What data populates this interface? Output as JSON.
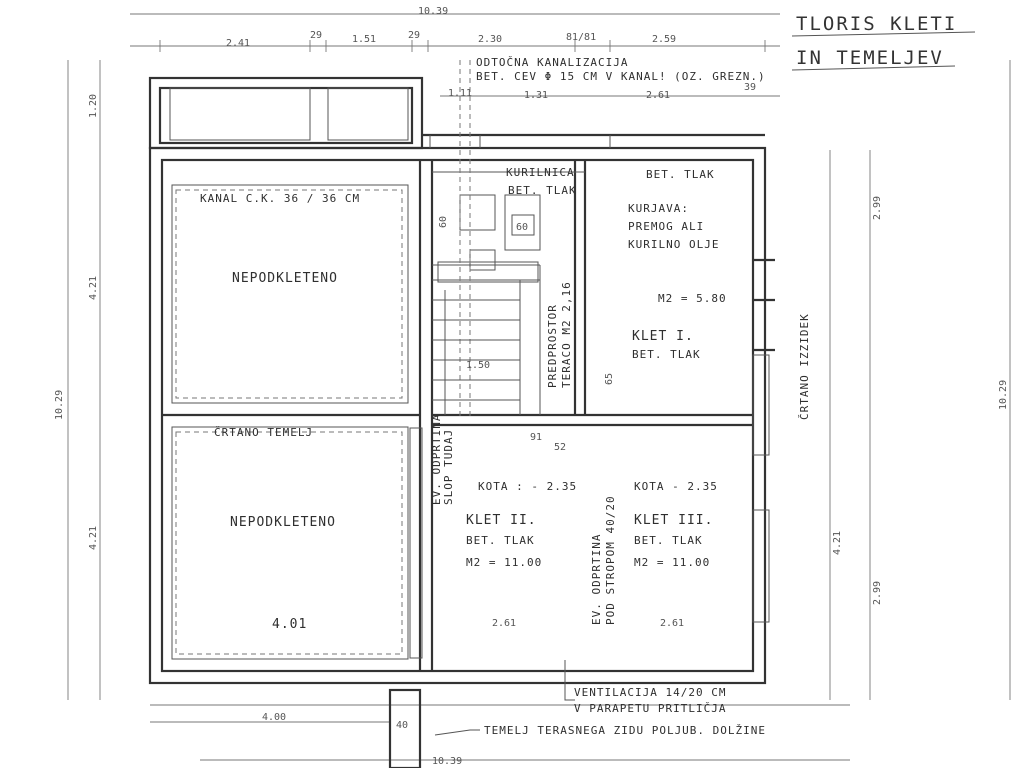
{
  "title": {
    "line1": "TLORIS KLETI",
    "line2": "IN TEMELJEV"
  },
  "rooms": {
    "nepodkleteno_top": "NEPODKLETENO",
    "nepodkleteno_bottom": "NEPODKLETENO",
    "kanal": "KANAL C.K. 36 / 36 CM",
    "crtano_temelj": "ČRTANO TEMELJ",
    "kurilnica": "KURILNICA",
    "kurilnica_tlak": "BET. TLAK",
    "klet1_tlak_top": "BET. TLAK",
    "kurjava1": "KURJAVA:",
    "kurjava2": "PREMOG ALI",
    "kurjava3": "KURILNO OLJE",
    "klet1_area": "M2 = 5.80",
    "klet1": "KLET I.",
    "klet1_tlak": "BET. TLAK",
    "klet2_kota": "KOTA : - 2.35",
    "klet2": "KLET II.",
    "klet2_tlak": "BET. TLAK",
    "klet2_area": "M2 = 11.00",
    "klet3_kota": "KOTA - 2.35",
    "klet3": "KLET III.",
    "klet3_tlak": "BET. TLAK",
    "klet3_area": "M2 = 11.00",
    "predprostor1": "PREDPROSTOR",
    "predprostor2": "TERACO M2 2,16",
    "opening1": "EV. ODPRTINA",
    "opening2": "POD STROPOM 40/20",
    "slop1": "EV. ODPRTINA",
    "slop2": "SLOP TUDAJ",
    "crtano_izzidek": "ČRTANO IZZIDEK",
    "dim_401": "4.01"
  },
  "notes": {
    "odtocna1": "ODTOČNA KANALIZACIJA",
    "odtocna2": "BET. CEV Φ 15 CM V KANAL! (OZ. GREZN.)",
    "vent1": "VENTILACIJA 14/20 CM",
    "vent2": "V PARAPETU PRITLIČJA",
    "temelj": "TEMELJ TERASNEGA ZIDU POLJUB. DOLŽINE"
  },
  "dims": {
    "top_total": "10.39",
    "top_241": "2.41",
    "top_29a": "29",
    "top_151": "1.51",
    "top_29b": "29",
    "top_230": "2.30",
    "top_8181": "81/81",
    "top_259": "2.59",
    "row2_111": "1.11",
    "row2_131": "1.31",
    "row2_261": "2.61",
    "row2_39": "39",
    "left_120": "1.20",
    "left_421a": "4.21",
    "left_1029": "10.29",
    "left_421b": "4.21",
    "right_299a": "2.99",
    "right_421": "4.21",
    "right_299b": "2.99",
    "right_1029": "10.29",
    "bottom_400": "4.00",
    "bottom_40": "40",
    "bottom_total": "10.39",
    "inner_261a": "2.61",
    "inner_261b": "2.61",
    "inner_150": "1.50",
    "inner_60a": "60",
    "inner_60b": "60",
    "inner_91": "91",
    "inner_52": "52",
    "inner_65": "65"
  }
}
